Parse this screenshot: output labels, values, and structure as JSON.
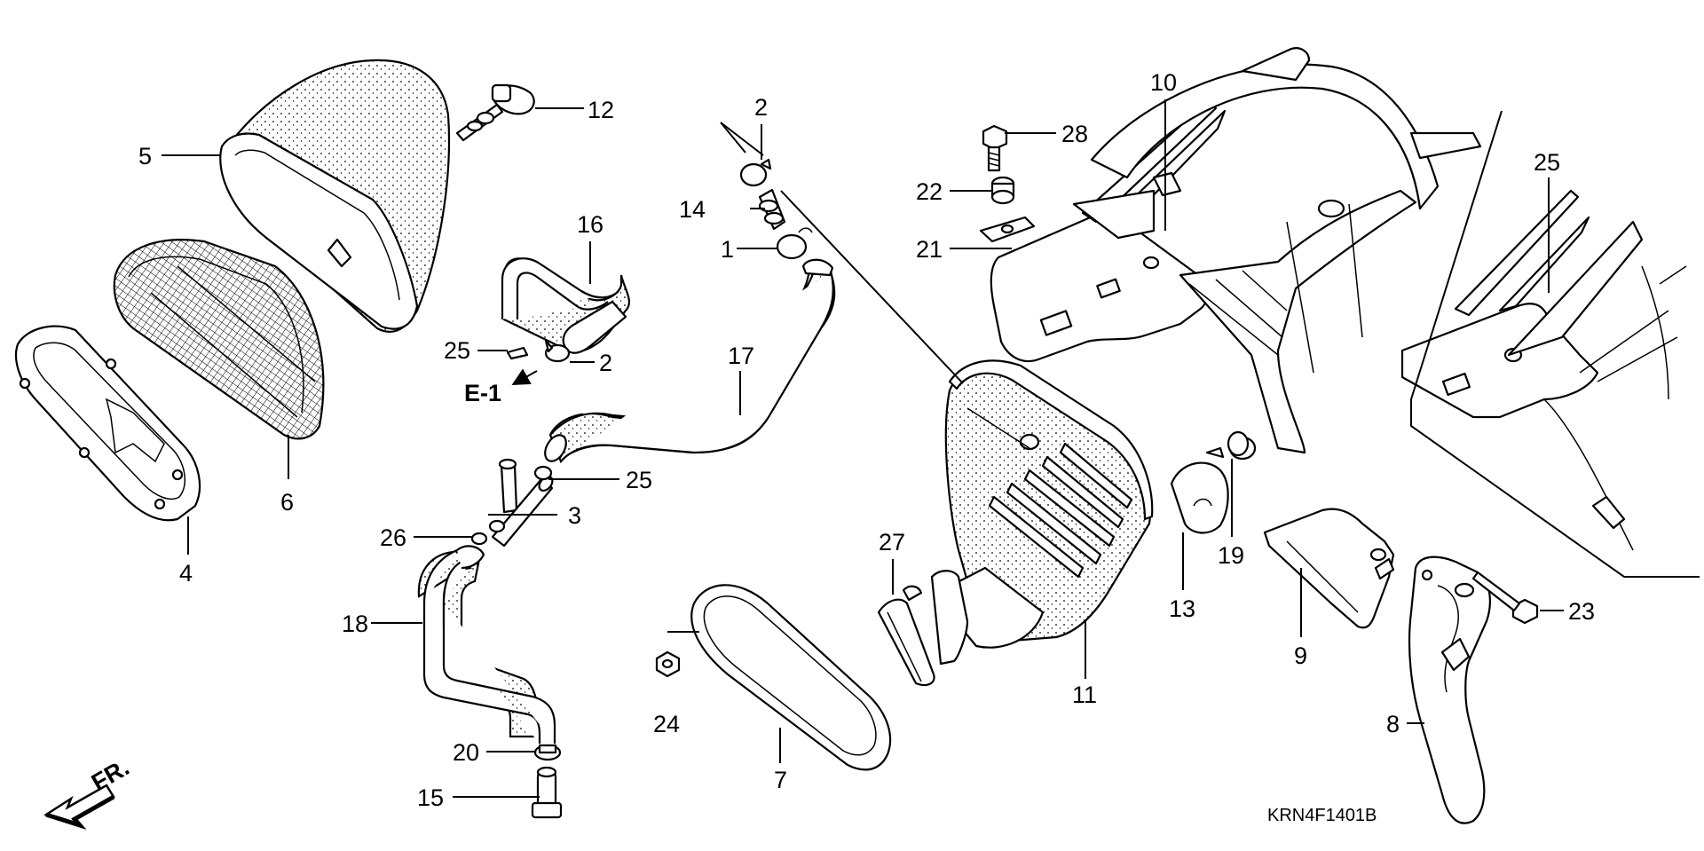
{
  "diagram": {
    "drawing_code": "KRN4F1401B",
    "direction_label": "FR.",
    "reference_label": "E-1",
    "callouts": [
      "1",
      "2",
      "2",
      "3",
      "4",
      "5",
      "6",
      "7",
      "8",
      "9",
      "10",
      "11",
      "12",
      "13",
      "14",
      "15",
      "16",
      "17",
      "18",
      "19",
      "20",
      "21",
      "22",
      "23",
      "24",
      "25",
      "25",
      "25",
      "26",
      "27",
      "28"
    ]
  }
}
